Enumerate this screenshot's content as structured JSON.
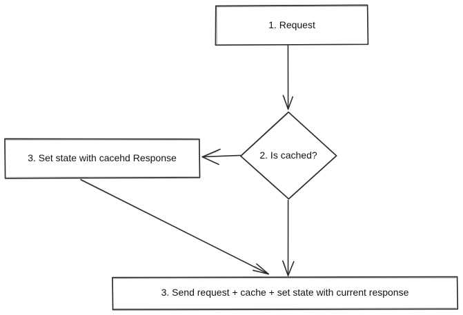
{
  "diagram": {
    "type": "flowchart",
    "style": "hand-drawn-sketch",
    "background_color": "#ffffff",
    "stroke_color": "#2d2d2d",
    "text_color": "#111111",
    "nodes": {
      "request": {
        "label": "1. Request",
        "shape": "rectangle"
      },
      "is_cached": {
        "label": "2. Is cached?",
        "shape": "diamond"
      },
      "set_state_cached": {
        "label": "3. Set state with cacehd Response",
        "shape": "rectangle"
      },
      "send_request_cache": {
        "label": "3. Send request + cache + set state with current response",
        "shape": "rectangle"
      }
    },
    "edges": [
      {
        "from": "request",
        "to": "is_cached",
        "direction": "down"
      },
      {
        "from": "is_cached",
        "to": "set_state_cached",
        "direction": "left"
      },
      {
        "from": "is_cached",
        "to": "send_request_cache",
        "direction": "down"
      },
      {
        "from": "set_state_cached",
        "to": "send_request_cache",
        "direction": "diagonal-down-right"
      }
    ]
  }
}
